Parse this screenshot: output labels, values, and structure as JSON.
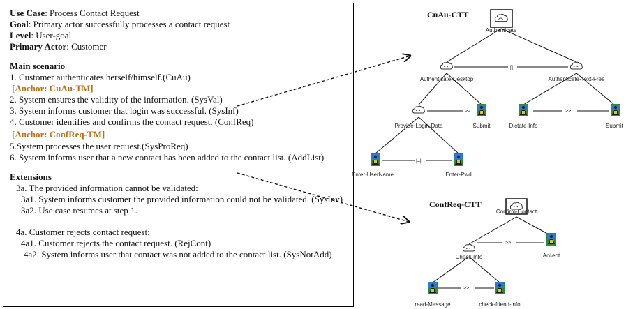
{
  "use_case": {
    "use_case_label": "Use Case",
    "use_case_value": ": Process Contact Request",
    "goal_label": "Goal",
    "goal_value": ": Primary actor successfully processes a contact request",
    "level_label": "Level",
    "level_value": ": User-goal",
    "actor_label": "Primary Actor",
    "actor_value": ": Customer",
    "main_heading": "Main scenario",
    "steps": [
      "1. Customer authenticates herself/himself.(CuAu)",
      "[Anchor: CuAu-TM]",
      "2. System ensures the validity of the information. (SysVal)",
      "3. System informs customer that login was successful. (SysInf)",
      "4. Customer identifies and confirms the contact request. (ConfReq)",
      "[Anchor: ConfReq-TM]",
      "5.System processes the user request.(SysProReq)",
      "6. System informs user that a new contact has been added to the contact list. (AddList)"
    ],
    "extensions_heading": "Extensions",
    "extensions": [
      "3a. The provided information cannot be validated:",
      "3a1. System informs customer the provided information could not be validated. (SysInv)",
      "3a2. Use case resumes at step 1.",
      "4a. Customer rejects contact request:",
      "4a1. Customer rejects the contact request. (RejCont)",
      "4a2. System informs user that contact was not added to the contact list. (SysNotAdd)"
    ]
  },
  "ctt_cuau": {
    "title": "CuAu-CTT",
    "nodes": {
      "root": "Authenticate",
      "desktop": "Authenticate-Desktop",
      "textfree": "Authenticate-Text-Free",
      "login": "Provide-Login-Data",
      "submit1": "Submit",
      "dictate": "Dictate-Info",
      "submit2": "Submit",
      "username": "Enter-UserName",
      "pwd": "Enter-Pwd"
    },
    "operators": {
      "choice": "[]",
      "enable1": ">>",
      "enable2": ">>",
      "interleave": "|=|"
    }
  },
  "ctt_confreq": {
    "title": "ConfReq-CTT",
    "nodes": {
      "root": "Confirm-Contact",
      "check": "Check-Info",
      "accept": "Accept",
      "read": "read-Message",
      "friend": "check-friend-info"
    },
    "operators": {
      "enable1": ">>",
      "enable2": ">>"
    }
  },
  "colors": {
    "anchor": "#b8731a",
    "user_icon_blue": "#2a7bd5",
    "user_icon_green": "#2e8b3a"
  }
}
